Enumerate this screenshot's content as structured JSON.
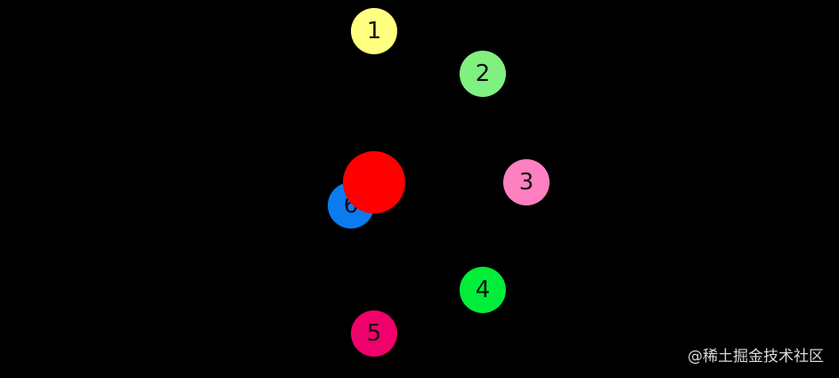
{
  "balls": [
    {
      "label": "1",
      "color": "#ffff80"
    },
    {
      "label": "2",
      "color": "#80f080"
    },
    {
      "label": "3",
      "color": "#ff80c0"
    },
    {
      "label": "4",
      "color": "#00ee3a"
    },
    {
      "label": "5",
      "color": "#f0006a"
    },
    {
      "label": "6",
      "color": "#0a7cf0"
    }
  ],
  "center_ball": {
    "color": "#ff0000"
  },
  "watermark": "@稀土掘金技术社区"
}
